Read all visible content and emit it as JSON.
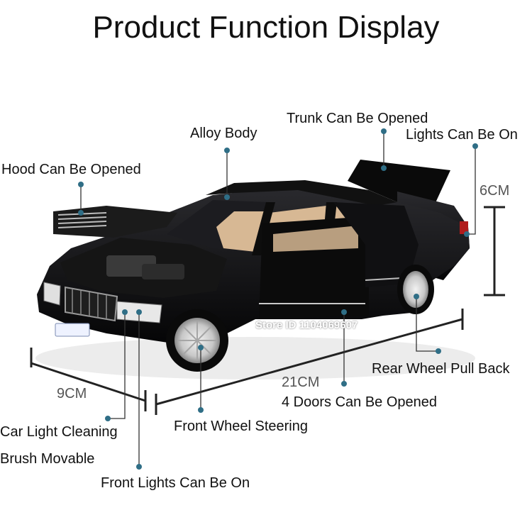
{
  "title": "Product Function Display",
  "features": {
    "alloy_body": "Alloy Body",
    "trunk": "Trunk Can Be Opened",
    "lights": "Lights Can Be On",
    "hood": "Hood Can Be Opened",
    "rear_wheel": "Rear Wheel Pull Back",
    "doors": "4 Doors Can Be Opened",
    "front_wheel": "Front Wheel Steering",
    "brush_line1": "Car Light Cleaning",
    "brush_line2": "Brush Movable",
    "front_lights": "Front Lights Can Be On"
  },
  "dimensions": {
    "height": "6CM",
    "length": "21CM",
    "width": "9CM"
  },
  "watermark": "Store ID 1104069607",
  "colors": {
    "car_body": "#0c0c0e",
    "interior": "#d7b894",
    "callout": "#2f6e86"
  }
}
